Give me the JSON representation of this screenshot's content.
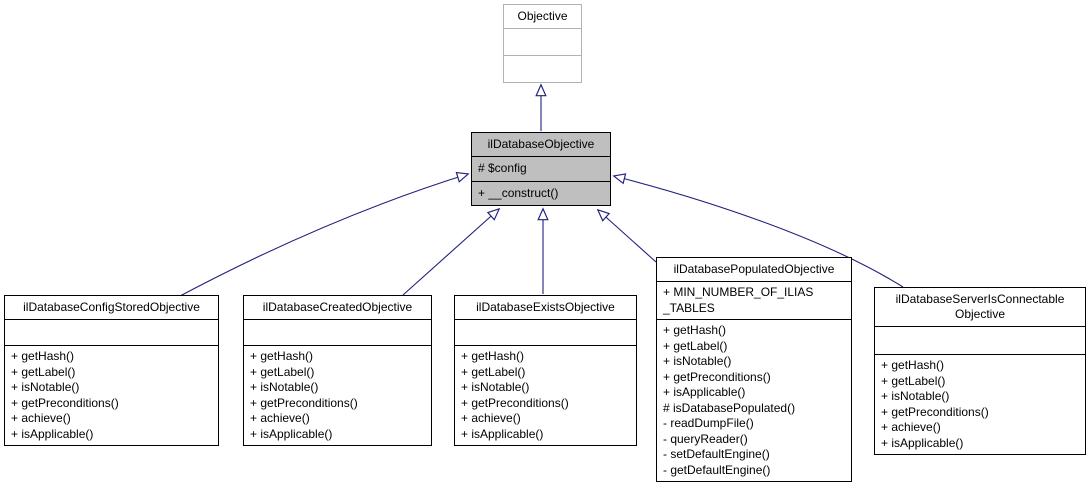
{
  "colors": {
    "arrow": "#21217c",
    "highlighted_class_fill": "#bfbfbf",
    "class_border": "#000000",
    "external_class_border": "#b2b2b2",
    "background": "#ffffff",
    "text": "#000000"
  },
  "classes": {
    "objective": {
      "name": "Objective",
      "attributes": [],
      "methods": []
    },
    "database_objective": {
      "name": "ilDatabaseObjective",
      "attributes": [
        "# $config"
      ],
      "methods": [
        "+ __construct()"
      ]
    },
    "config_stored": {
      "name": "ilDatabaseConfigStoredObjective",
      "attributes": [],
      "methods": [
        "+ getHash()",
        "+ getLabel()",
        "+ isNotable()",
        "+ getPreconditions()",
        "+ achieve()",
        "+ isApplicable()"
      ]
    },
    "created": {
      "name": "ilDatabaseCreatedObjective",
      "attributes": [],
      "methods": [
        "+ getHash()",
        "+ getLabel()",
        "+ isNotable()",
        "+ getPreconditions()",
        "+ achieve()",
        "+ isApplicable()"
      ]
    },
    "exists": {
      "name": "ilDatabaseExistsObjective",
      "attributes": [],
      "methods": [
        "+ getHash()",
        "+ getLabel()",
        "+ isNotable()",
        "+ getPreconditions()",
        "+ achieve()",
        "+ isApplicable()"
      ]
    },
    "populated": {
      "name": "ilDatabasePopulatedObjective",
      "attributes": [
        "+ MIN_NUMBER_OF_ILIAS\n_TABLES"
      ],
      "methods": [
        "+ getHash()",
        "+ getLabel()",
        "+ isNotable()",
        "+ getPreconditions()",
        "+ isApplicable()",
        "# isDatabasePopulated()",
        "- readDumpFile()",
        "- queryReader()",
        "- setDefaultEngine()",
        "- getDefaultEngine()"
      ]
    },
    "server_connectable": {
      "name": "ilDatabaseServerIsConnectable\nObjective",
      "attributes": [],
      "methods": [
        "+ getHash()",
        "+ getLabel()",
        "+ isNotable()",
        "+ getPreconditions()",
        "+ achieve()",
        "+ isApplicable()"
      ]
    }
  },
  "edges": [
    {
      "from": "ilDatabaseObjective",
      "to": "Objective",
      "type": "inheritance"
    },
    {
      "from": "ilDatabaseConfigStoredObjective",
      "to": "ilDatabaseObjective",
      "type": "inheritance"
    },
    {
      "from": "ilDatabaseCreatedObjective",
      "to": "ilDatabaseObjective",
      "type": "inheritance"
    },
    {
      "from": "ilDatabaseExistsObjective",
      "to": "ilDatabaseObjective",
      "type": "inheritance"
    },
    {
      "from": "ilDatabasePopulatedObjective",
      "to": "ilDatabaseObjective",
      "type": "inheritance"
    },
    {
      "from": "ilDatabaseServerIsConnectableObjective",
      "to": "ilDatabaseObjective",
      "type": "inheritance"
    }
  ]
}
